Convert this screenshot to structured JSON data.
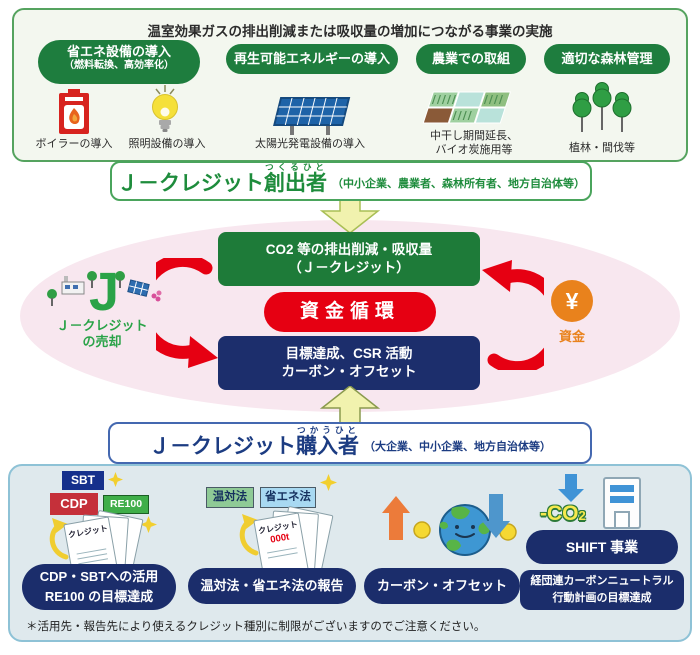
{
  "top": {
    "title": "温室効果ガスの排出削減または吸収量の増加につながる事業の実施",
    "categories": [
      {
        "label": "省エネ設備の導入",
        "sublabel": "（燃料転換、高効率化）"
      },
      {
        "label": "再生可能エネルギーの導入"
      },
      {
        "label": "農業での取組"
      },
      {
        "label": "適切な森林管理"
      }
    ],
    "captions": {
      "boiler": "ボイラーの導入",
      "lighting": "照明設備の導入",
      "solar": "太陽光発電設備の導入",
      "agri_line1": "中干し期間延長、",
      "agri_line2": "バイオ炭施用等",
      "forest": "植林・間伐等"
    }
  },
  "creator": {
    "prefix": "Ｊ－クレジット",
    "base": "創出者",
    "furigana": "つくるひと",
    "suffix": "（中小企業、農業者、森林所有者、地方自治体等）"
  },
  "cycle": {
    "credit_line1": "CO2 等の排出削減・吸収量",
    "credit_line2": "（Ｊ－クレジット）",
    "fund_cycle": "資金循環",
    "goal_line1": "目標達成、CSR 活動",
    "goal_line2": "カーボン・オフセット",
    "sell_line1": "Ｊ－クレジット",
    "sell_line2": "の売却",
    "j_mark": "J",
    "yen_symbol": "¥",
    "fund_label": "資金"
  },
  "purchaser": {
    "prefix": "Ｊ－クレジット",
    "base": "購入者",
    "furigana": "つかうひと",
    "suffix": "（大企業、中小企業、地方自治体等）"
  },
  "usage": {
    "badges": {
      "sbt": "SBT",
      "cdp": "CDP",
      "re100": "RE100",
      "ontai": "温対法",
      "shoene": "省エネ法"
    },
    "doc_label": "クレジット",
    "doc_amount": "000t",
    "co2_main": "-CO",
    "co2_sub": "2",
    "pill1_line1": "CDP・SBTへの活用",
    "pill1_line2": "RE100 の目標達成",
    "pill2": "温対法・省エネ法の報告",
    "pill3": "カーボン・オフセット",
    "pill4": "SHIFT 事業",
    "pill5_line1": "経団連カーボンニュートラル",
    "pill5_line2": "行動計画の目標達成",
    "footnote": "＊活用先・報告先により使えるクレジット種別に制限がございますのでご注意ください。"
  },
  "colors": {
    "green_dark": "#1e7d3e",
    "navy": "#1c2e6c",
    "red": "#e60012",
    "orange": "#e9821c",
    "pink_bg": "#f8e7ef"
  }
}
